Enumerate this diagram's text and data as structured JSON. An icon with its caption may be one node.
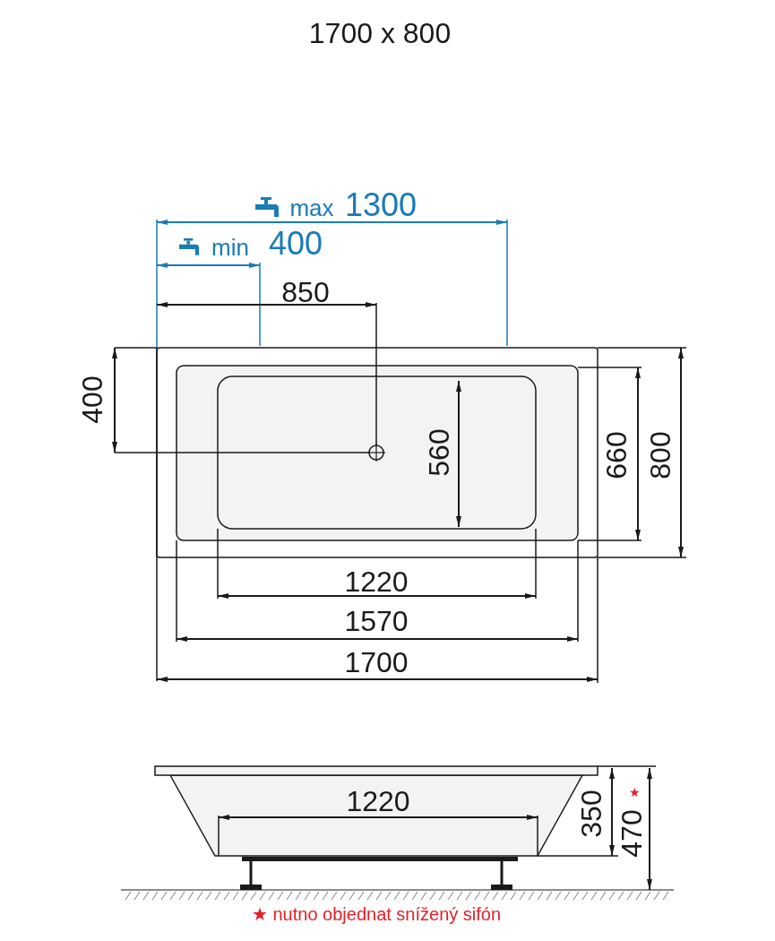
{
  "diagram": {
    "title": "1700 x 800",
    "labels": [
      "max",
      "1300",
      "min",
      "400",
      "850",
      "400",
      "560",
      "660",
      "800",
      "1220",
      "1570",
      "1700",
      "1220",
      "350",
      "★",
      "470",
      "★ nutno objednat snížený sifón"
    ]
  }
}
